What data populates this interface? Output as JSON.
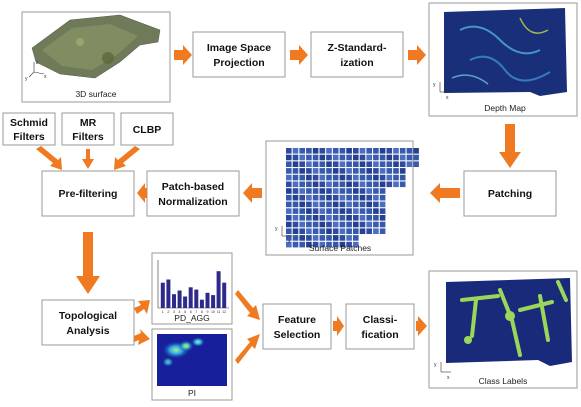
{
  "nodes": {
    "image_space_projection": [
      "Image Space",
      "Projection"
    ],
    "z_standardization": [
      "Z-Standard-",
      "ization"
    ],
    "patching": [
      "Patching"
    ],
    "patch_normalization": [
      "Patch-based",
      "Normalization"
    ],
    "pre_filtering": [
      "Pre-filtering"
    ],
    "schmid": [
      "Schmid",
      "Filters"
    ],
    "mr": [
      "MR",
      "Filters"
    ],
    "clbp": [
      "CLBP"
    ],
    "topological": [
      "Topological",
      "Analysis"
    ],
    "feature_selection": [
      "Feature",
      "Selection"
    ],
    "classification": [
      "Classi-",
      "fication"
    ]
  },
  "captions": {
    "surface_3d": "3D surface",
    "depth_map": "Depth Map",
    "surface_patches": "Surface Patches",
    "pd_agg": "PD_AGG",
    "pi": "PI",
    "class_labels": "Class Labels"
  },
  "axis_labels": {
    "x": "x",
    "y": "y",
    "z": "z"
  },
  "pd_ticks": [
    "1",
    "2",
    "3",
    "4",
    "5",
    "6",
    "7",
    "8",
    "9",
    "10",
    "11",
    "12"
  ],
  "pd_values": [
    0.55,
    0.62,
    0.3,
    0.38,
    0.25,
    0.45,
    0.4,
    0.18,
    0.33,
    0.28,
    0.8,
    0.55
  ],
  "colors": {
    "arrow": "#f07a22",
    "depth_bg": "#1a2f7a",
    "class_bg": "#1a2a7a",
    "class_fg": "#9ad65a",
    "bar": "#2e2a8a"
  }
}
